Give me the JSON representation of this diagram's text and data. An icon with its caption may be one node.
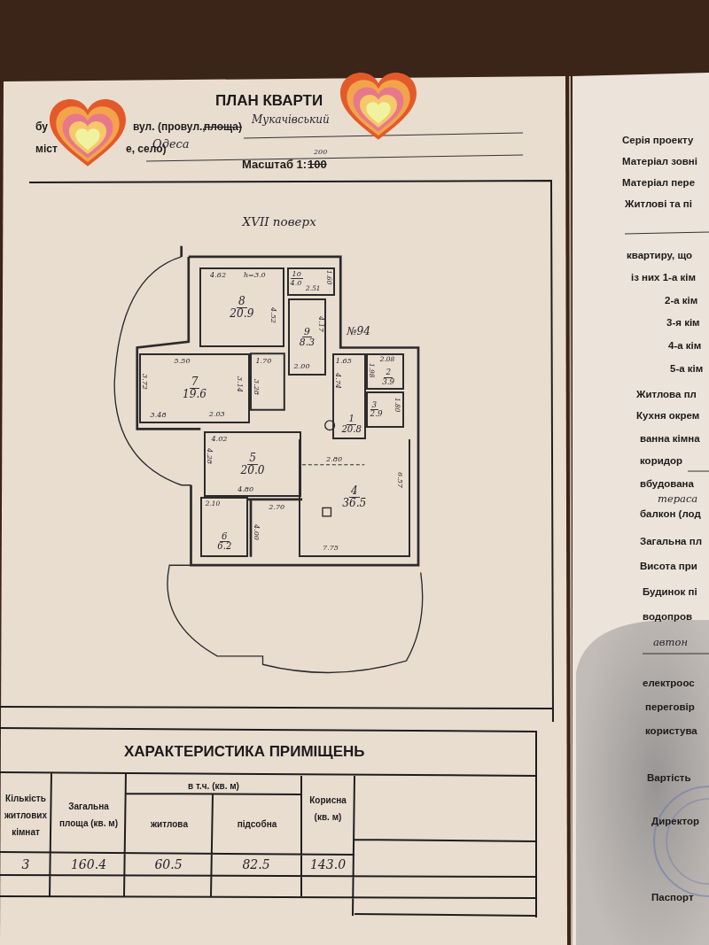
{
  "diagram": {
    "title": "ПЛАН КВАРТИ",
    "nodes": [
      {
        "text": [
          "8",
          "20.9"
        ]
      },
      {
        "text": [
          "10",
          "4.0"
        ]
      },
      {
        "text": [
          "9",
          "8.3"
        ]
      },
      {
        "text": [
          "7",
          "19.6"
        ]
      },
      {
        "text": [
          "1",
          "20.8"
        ]
      },
      {
        "text": [
          "2",
          "3.9"
        ]
      },
      {
        "text": [
          "3",
          "2.9"
        ]
      },
      {
        "text": [
          "5",
          "20.0"
        ]
      },
      {
        "text": [
          "4",
          "36.5"
        ]
      },
      {
        "text": [
          "6",
          "6.2"
        ]
      }
    ],
    "labels": [
      "бу",
      "вул. (провул.,",
      "площа)",
      "Мукачівський",
      "міст",
      "е, село)",
      "Одеса",
      "Масштаб 1:",
      "100",
      "200",
      "XVII поверх",
      "№94",
      "4.62",
      "h=3.0",
      "4.52",
      "2.51",
      "1.60",
      "4.17",
      "2.00",
      "5.50",
      "1.70",
      "3.72",
      "3.14",
      "3.28",
      "3.48",
      "2.03",
      "1.65",
      "4.74",
      "2.08",
      "1.98",
      "1.80",
      "4.02",
      "2.80",
      "4.28",
      "4.80",
      "2.10",
      "2.70",
      "6.57",
      "4.00",
      "7.75",
      "ХАРАКТЕРИСТИКА ПРИМІЩЕНЬ",
      "Кількість житлових кімнат",
      "Загальна площа (кв. м)",
      "в т.ч. (кв. м)",
      "житлова",
      "підсобна",
      "Корисна (кв. м)",
      "3",
      "160.4",
      "60.5",
      "82.5",
      "143.0",
      "Серія проекту",
      "Матеріал зовні",
      "Матеріал пере",
      "Житлові та пі",
      "квартиру, що",
      "із них 1-а кім",
      "2-а кім",
      "3-я кім",
      "4-а кім",
      "5-а кім",
      "Житлова пл",
      "Кухня окрем",
      "ванна кімна",
      "коридор",
      "вбудована",
      "тераса",
      "балкон (лод",
      "Загальна пл",
      "Висота при",
      "Будинок пі",
      "водопров",
      "автон",
      "електроос",
      "переговір",
      "користува",
      "Вартість",
      "Директор",
      "Паспорт"
    ]
  }
}
